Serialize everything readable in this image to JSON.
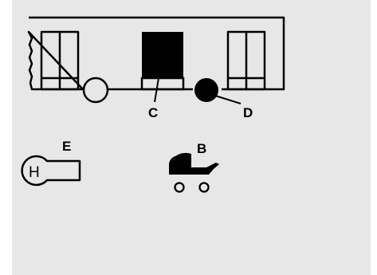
{
  "diagram": {
    "labels": {
      "c": "C",
      "d": "D",
      "e": "E",
      "b": "B"
    },
    "icons": {
      "bus": "bus-side-view-icon",
      "door": "door-icon",
      "wheel": "wheel-icon",
      "h_symbol": "h-key-stop-icon",
      "pram": "pram-icon"
    },
    "colors": {
      "background": "#e7e7e7",
      "line": "#000000",
      "fill": "#000000"
    }
  }
}
